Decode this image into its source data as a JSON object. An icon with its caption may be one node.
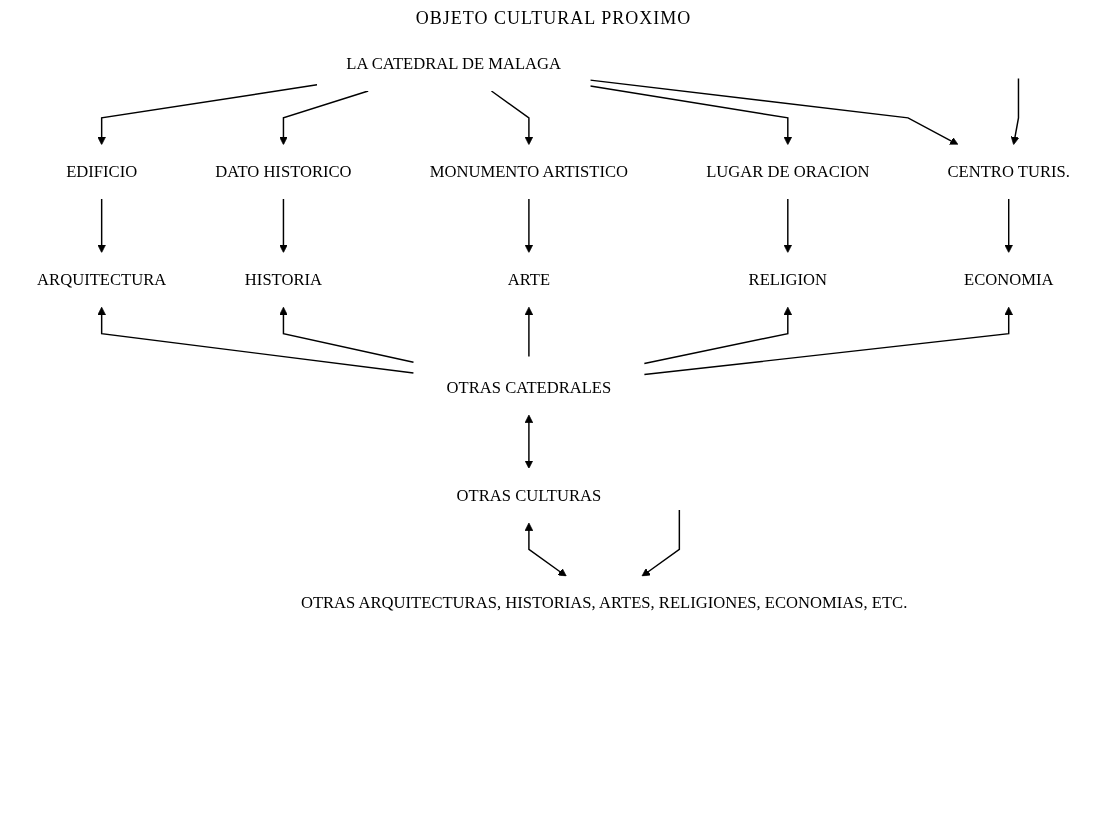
{
  "diagram": {
    "title": "OBJETO CULTURAL PROXIMO",
    "nodes": [
      {
        "text": [
          "LA CATEDRAL DE MALAGA"
        ]
      },
      {
        "text": [
          "EDIFICIO"
        ]
      },
      {
        "text": [
          "DATO HISTORICO"
        ]
      },
      {
        "text": [
          "MONUMENTO ARTISTICO"
        ]
      },
      {
        "text": [
          "LUGAR DE ORACION"
        ]
      },
      {
        "text": [
          "CENTRO TURIS."
        ]
      },
      {
        "text": [
          "ARQUITECTURA"
        ]
      },
      {
        "text": [
          "HISTORIA"
        ]
      },
      {
        "text": [
          "ARTE"
        ]
      },
      {
        "text": [
          "RELIGION"
        ]
      },
      {
        "text": [
          "ECONOMIA"
        ]
      },
      {
        "text": [
          "OTRAS CATEDRALES"
        ]
      },
      {
        "text": [
          "OTRAS CULTURAS"
        ]
      },
      {
        "text": [
          "OTRAS ARQUITECTURAS, HISTORIAS, ARTES, RELIGIONES, ECONOMIAS, ETC."
        ]
      }
    ],
    "edges": [
      {
        "from": 0,
        "to": 1,
        "arrow": "to"
      },
      {
        "from": 0,
        "to": 2,
        "arrow": "to"
      },
      {
        "from": 0,
        "to": 3,
        "arrow": "to"
      },
      {
        "from": 0,
        "to": 4,
        "arrow": "to"
      },
      {
        "from": 0,
        "to": 5,
        "arrow": "to"
      },
      {
        "from": null,
        "to": 5,
        "arrow": "to"
      },
      {
        "from": 1,
        "to": 6,
        "arrow": "to"
      },
      {
        "from": 2,
        "to": 7,
        "arrow": "to"
      },
      {
        "from": 3,
        "to": 8,
        "arrow": "to"
      },
      {
        "from": 4,
        "to": 9,
        "arrow": "to"
      },
      {
        "from": 5,
        "to": 10,
        "arrow": "to"
      },
      {
        "from": 11,
        "to": 6,
        "arrow": "to"
      },
      {
        "from": 11,
        "to": 7,
        "arrow": "to"
      },
      {
        "from": 11,
        "to": 8,
        "arrow": "to"
      },
      {
        "from": 11,
        "to": 9,
        "arrow": "to"
      },
      {
        "from": 11,
        "to": 10,
        "arrow": "to"
      },
      {
        "from": 11,
        "to": 12,
        "arrow": "both"
      },
      {
        "from": 12,
        "to": 13,
        "arrow": "both"
      },
      {
        "from": null,
        "to": 13,
        "arrow": "to"
      }
    ]
  }
}
